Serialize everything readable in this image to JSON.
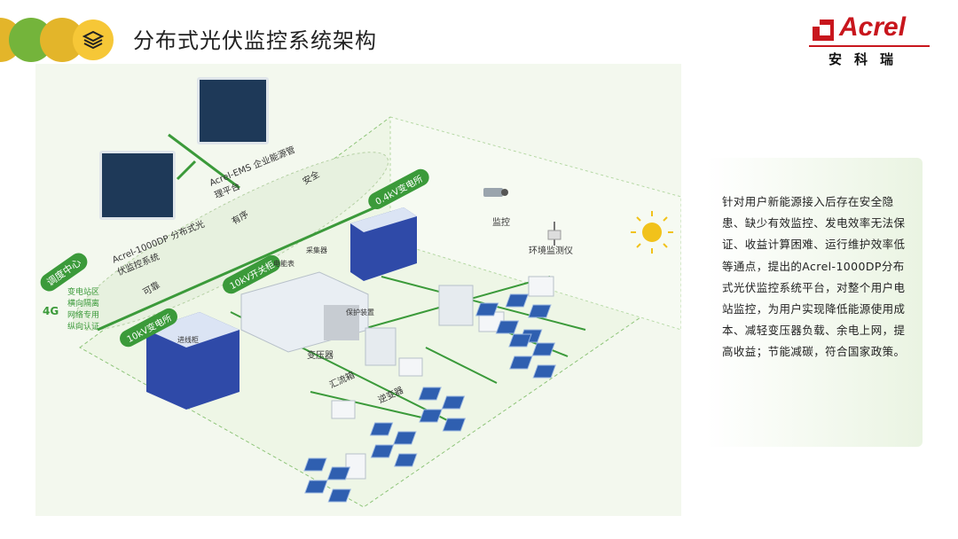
{
  "header": {
    "title": "分布式光伏监控系统架构",
    "icon": "layers-icon"
  },
  "logo": {
    "brand": "Acrel",
    "subtitle": "安科瑞"
  },
  "diagram": {
    "platform_1": "Acrel-1000DP 分布式光伏监控系统",
    "platform_2": "Acrel-EMS 企业能源管理平台",
    "dispatch_center": "调度中心",
    "dispatch_items": [
      "变电站区",
      "横向隔离",
      "网络专用",
      "纵向认证"
    ],
    "network_4g": "4G",
    "net_label_1": "可靠",
    "net_label_2": "有序",
    "net_label_3": "安全",
    "substation_10kv": "10kV变电所",
    "switchgear_10kv": "10kV开关柜",
    "substation_04kv": "0.4kV变电所",
    "transformer_box": "变压器",
    "combiner_box": "汇流箱",
    "inverter": "逆变器",
    "monitoring": "监控",
    "env_monitor": "环境监测仪",
    "meter_label": "电能表",
    "gateway_label": "采集器",
    "protection_label": "保护装置",
    "entry_label": "进线柜"
  },
  "panel": {
    "description": "针对用户新能源接入后存在安全隐患、缺少有效监控、发电效率无法保证、收益计算困难、运行维护效率低等通点，提出的Acrel-1000DP分布式光伏监控系统平台，对整个用户电站监控，为用户实现降低能源使用成本、减轻变压器负载、余电上网，提高收益；节能减碳，符合国家政策。"
  },
  "colors": {
    "green": "#3b9a3a",
    "yellow": "#e3b52a",
    "brand_red": "#c8161d",
    "panel_blue": "#2f4aa8"
  }
}
